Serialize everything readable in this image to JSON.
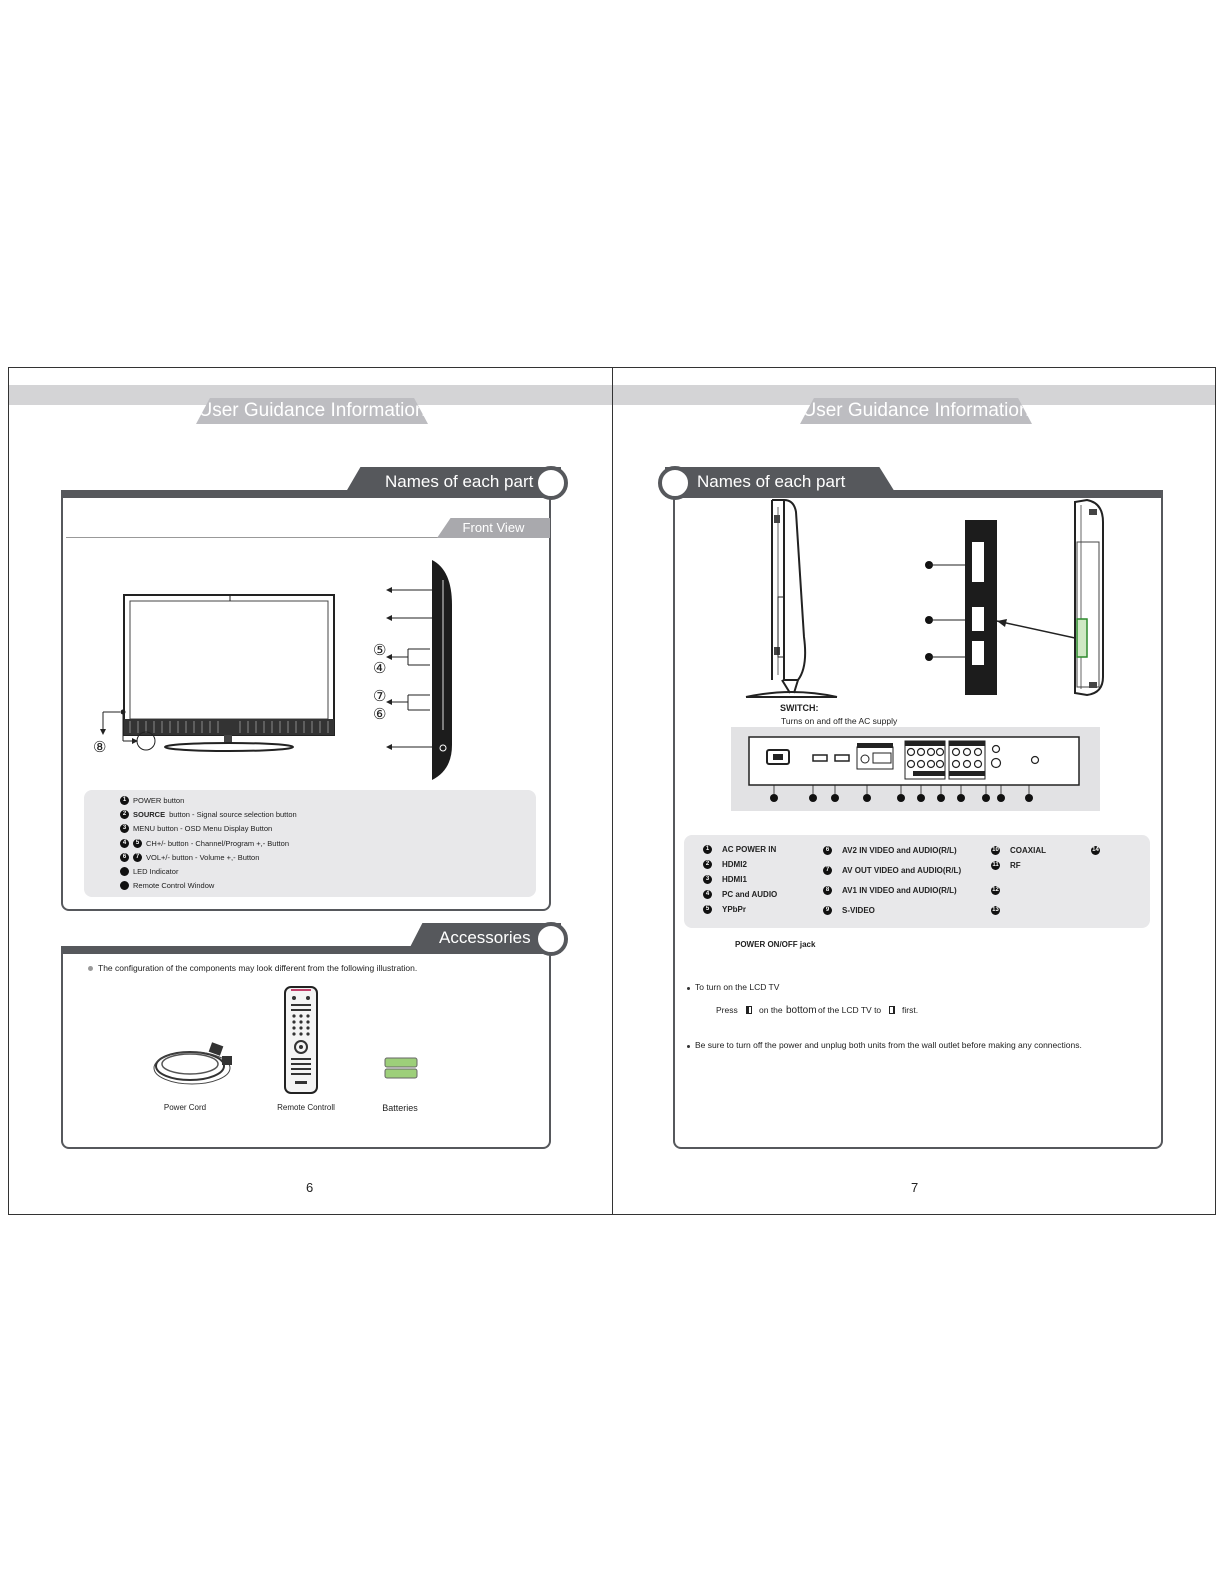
{
  "header_title": "User Guidance Information",
  "left": {
    "section1_title": "Names of each part",
    "front_view_tab": "Front View",
    "side_labels": [
      "⑤",
      "④",
      "⑦",
      "⑥"
    ],
    "tv_label": "⑧",
    "legend": [
      {
        "nums": [
          "1"
        ],
        "bold": "",
        "text": "POWER button"
      },
      {
        "nums": [
          "2"
        ],
        "bold": "SOURCE",
        "text": "button - Signal source selection button"
      },
      {
        "nums": [
          "3"
        ],
        "bold": "",
        "text": "MENU button - OSD Menu Display Button"
      },
      {
        "nums": [
          "4",
          "5"
        ],
        "bold": "",
        "text": "CH+/- button - Channel/Program +,- Button"
      },
      {
        "nums": [
          "6",
          "7"
        ],
        "bold": "",
        "text": "VOL+/- button - Volume +,- Button"
      },
      {
        "nums": [
          ""
        ],
        "bold": "",
        "text": "LED Indicator"
      },
      {
        "nums": [
          ""
        ],
        "bold": "",
        "text": "Remote Control Window"
      }
    ],
    "section2_title": "Accessories",
    "accessories_note": "The configuration of the components may look different from the following illustration.",
    "accessories": [
      "Power Cord",
      "Remote Controll",
      "Batteries"
    ],
    "page_number": "6"
  },
  "right": {
    "section_title": "Names of each part",
    "switch_title": "SWITCH:",
    "switch_desc": "Turns on and off the  AC supply",
    "connectors_col1": [
      {
        "n": "1",
        "label": "AC POWER IN"
      },
      {
        "n": "2",
        "label": "HDMI2"
      },
      {
        "n": "3",
        "label": "HDMI1"
      },
      {
        "n": "4",
        "label": "PC and AUDIO"
      },
      {
        "n": "5",
        "label": "YPbPr"
      }
    ],
    "connectors_col2": [
      {
        "n": "6",
        "label": "AV2 IN VIDEO and AUDIO(R/L)"
      },
      {
        "n": "7",
        "label": "AV OUT VIDEO and AUDIO(R/L)"
      },
      {
        "n": "8",
        "label": "AV1 IN VIDEO and AUDIO(R/L)"
      },
      {
        "n": "9",
        "label": "S-VIDEO"
      }
    ],
    "connectors_col3": [
      {
        "n": "10",
        "label": "COAXIAL"
      },
      {
        "n": "11",
        "label": "RF"
      },
      {
        "n": "12",
        "label": ""
      },
      {
        "n": "13",
        "label": ""
      }
    ],
    "connector_col4": {
      "n": "14",
      "label": ""
    },
    "power_jack": "POWER ON/OFF jack",
    "bullet1": "To turn on the LCD TV",
    "press_text": {
      "a": "Press",
      "b": "on the",
      "c": "bottom",
      "d": "of the LCD TV to",
      "e": "first."
    },
    "bullet2": "Be sure to turn off the power and unplug both units from the wall outlet before making any connections.",
    "page_number": "7"
  }
}
